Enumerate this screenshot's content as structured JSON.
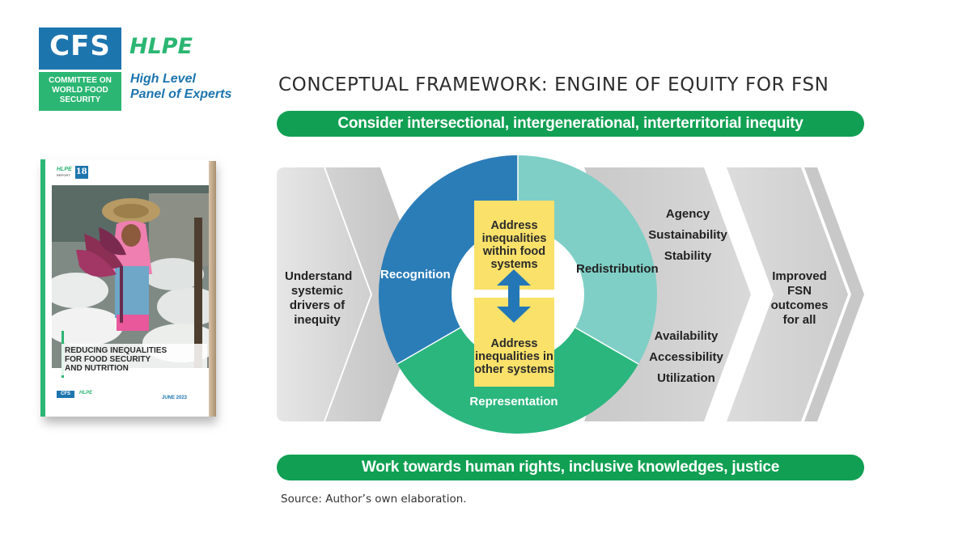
{
  "logo": {
    "cfs": "CFS",
    "committee_lines": [
      "COMMITTEE ON",
      "WORLD FOOD",
      "SECURITY"
    ],
    "hlpe": "HLPE",
    "panel_lines": [
      "High Level",
      "Panel of Experts"
    ]
  },
  "report_cover": {
    "series": "HLPE",
    "series_sub": "REPORT",
    "number": "18",
    "title_lines": [
      "REDUCING INEQUALITIES",
      "FOR FOOD SECURITY",
      "AND NUTRITION"
    ],
    "footer_cfs": "CFS",
    "footer_hlpe": "HLPE",
    "date": "JUNE 2023"
  },
  "title": "CONCEPTUAL FRAMEWORK: ENGINE OF EQUITY FOR FSN",
  "banner_top": "Consider intersectional, intergenerational, interterritorial inequity",
  "banner_bottom": "Work towards human rights, inclusive knowledges, justice",
  "source": "Source: Author’s own elaboration.",
  "diagram": {
    "left_chevron": [
      "Understand",
      "systemic",
      "drivers of",
      "inequity"
    ],
    "segments": {
      "recognition": "Recognition",
      "redistribution": "Redistribution",
      "representation": "Representation"
    },
    "center_top": [
      "Address",
      "inequalities",
      "within food",
      "systems"
    ],
    "center_bottom": [
      "Address",
      "inequalities in",
      "other systems"
    ],
    "dimensions_top": [
      "Agency",
      "Sustainability",
      "Stability"
    ],
    "dimensions_bottom": [
      "Availability",
      "Accessibility",
      "Utilization"
    ],
    "right_chevron": [
      "Improved",
      "FSN",
      "outcomes",
      "for all"
    ],
    "colors": {
      "recognition": "#2b7db8",
      "redistribution": "#7fcfc6",
      "representation": "#2bb67e",
      "center_box": "#f9e16a",
      "arrow": "#2477b6",
      "banner": "#11a053"
    }
  }
}
